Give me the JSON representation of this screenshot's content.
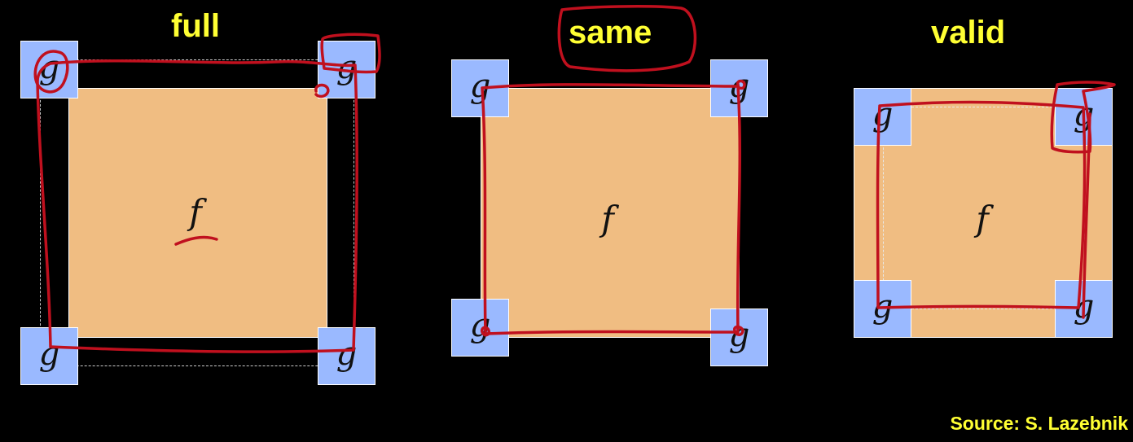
{
  "panels": {
    "full": {
      "title": "full",
      "f_symbol": "f",
      "g_symbol": "g"
    },
    "same": {
      "title": "same",
      "f_symbol": "f",
      "g_symbol": "g"
    },
    "valid": {
      "title": "valid",
      "f_symbol": "f",
      "g_symbol": "g"
    }
  },
  "source": "Source: S. Lazebnik",
  "colors": {
    "background": "#000000",
    "title_text": "#FFFF33",
    "image_f": "#F0BD82",
    "kernel_g": "#9AB9FF",
    "annotation_ink": "#C0101E"
  }
}
